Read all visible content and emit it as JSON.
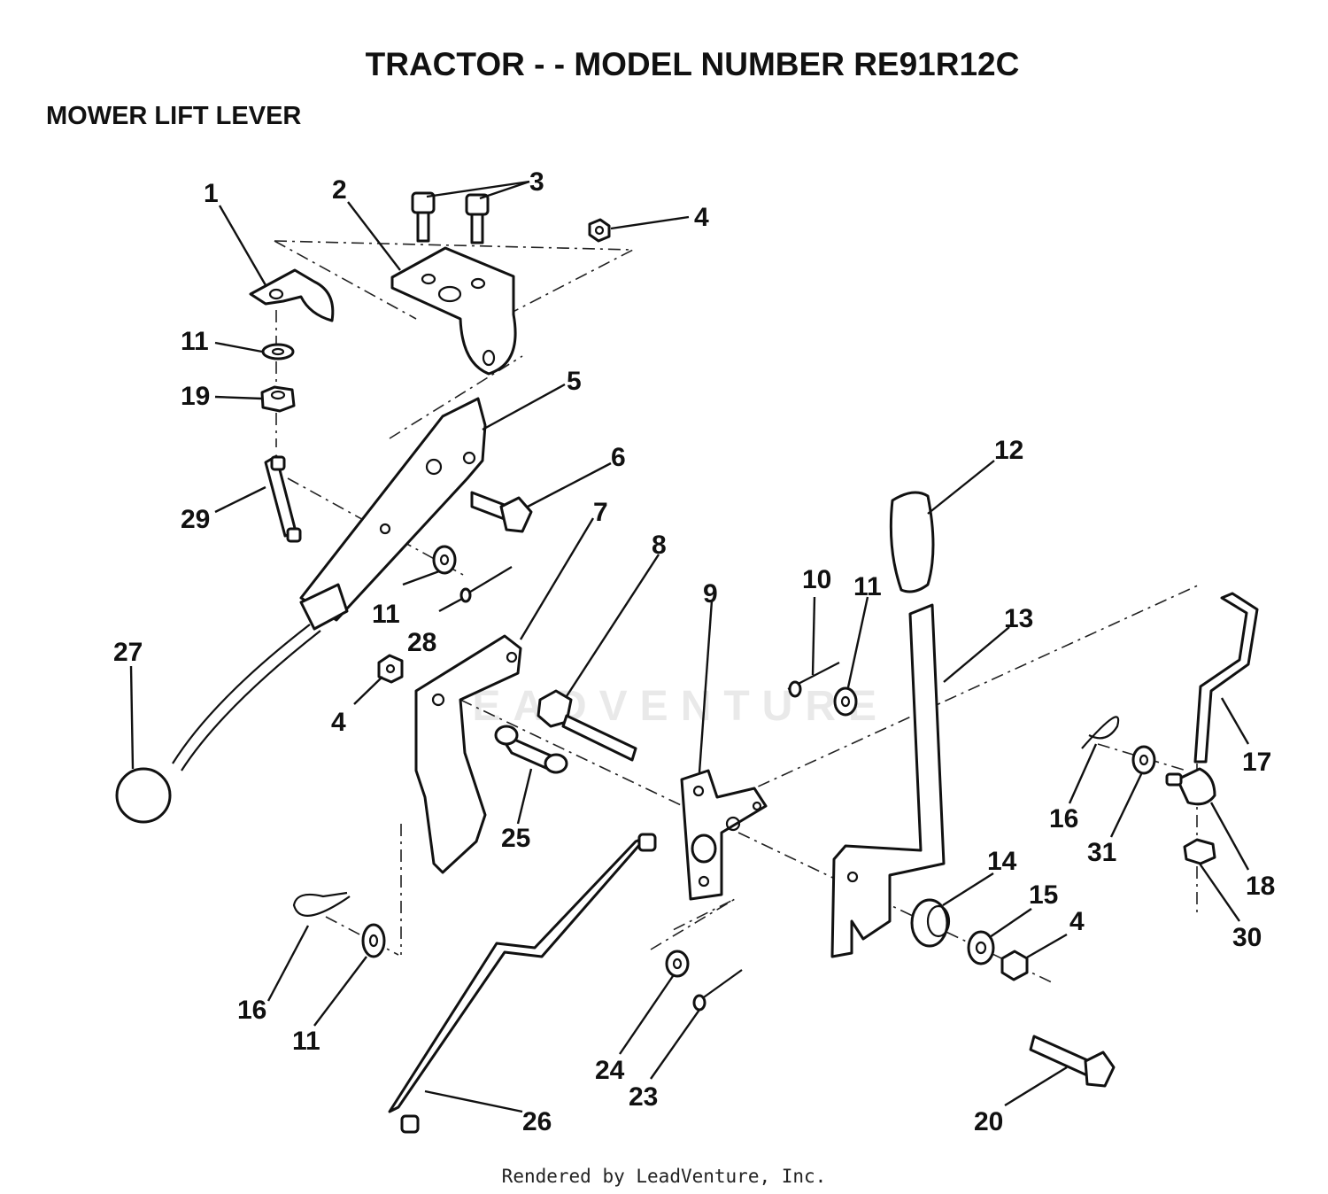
{
  "title": "TRACTOR - - MODEL NUMBER RE91R12C",
  "subtitle": "MOWER LIFT LEVER",
  "footer": "Rendered by LeadVenture, Inc.",
  "watermark": "LEADVENTURE",
  "callouts": {
    "c1": "1",
    "c2": "2",
    "c3": "3",
    "c4a": "4",
    "c5": "5",
    "c6": "6",
    "c7": "7",
    "c8": "8",
    "c9": "9",
    "c10": "10",
    "c11a": "11",
    "c11b": "11",
    "c11c": "11",
    "c11d": "11",
    "c12": "12",
    "c13": "13",
    "c14": "14",
    "c15": "15",
    "c4b": "4",
    "c4c": "4",
    "c16a": "16",
    "c16b": "16",
    "c17": "17",
    "c18": "18",
    "c19": "19",
    "c20": "20",
    "c23": "23",
    "c24": "24",
    "c25": "25",
    "c26": "26",
    "c27": "27",
    "c28": "28",
    "c29": "29",
    "c30": "30",
    "c31": "31"
  }
}
